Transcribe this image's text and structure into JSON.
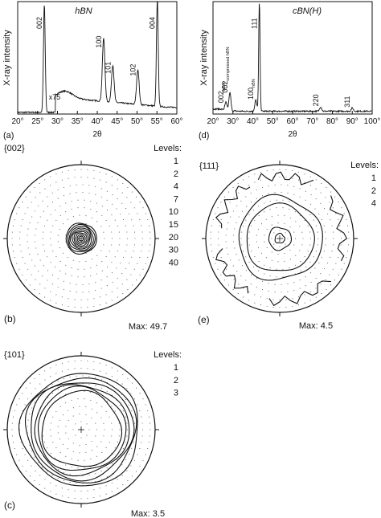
{
  "chart_data": [
    {
      "panel": "(a)",
      "type": "line",
      "title": "hBN",
      "ylabel": "X-ray intensity",
      "xlabel": "2θ",
      "xlim": [
        20,
        60
      ],
      "x_ticks": [
        "20°",
        "25°",
        "30°",
        "35°",
        "40°",
        "45°",
        "50°",
        "55°",
        "60°"
      ],
      "annotation": "x75",
      "peaks": [
        {
          "label": "002",
          "x": 26.7,
          "y": 0.96
        },
        {
          "label": "100",
          "x": 41.6,
          "y": 0.56
        },
        {
          "label": "101",
          "x": 43.9,
          "y": 0.33
        },
        {
          "label": "102",
          "x": 50.2,
          "y": 0.31
        },
        {
          "label": "004",
          "x": 55.1,
          "y": 0.96
        }
      ]
    },
    {
      "panel": "(d)",
      "type": "line",
      "title": "cBN(H)",
      "ylabel": "X-ray intensity",
      "xlabel": "2θ",
      "xlim": [
        20,
        100
      ],
      "x_ticks": [
        "20°",
        "30°",
        "40°",
        "50°",
        "60°",
        "70°",
        "80°",
        "90°",
        "100°"
      ],
      "peaks": [
        {
          "label": "002",
          "sub": "hBN",
          "x": 26.5,
          "y": 0.07
        },
        {
          "label": "002",
          "sub": "compressed hBN",
          "x": 28.5,
          "y": 0.16
        },
        {
          "label": "100",
          "sub": "hBN",
          "x": 41.5,
          "y": 0.1
        },
        {
          "label": "111",
          "x": 43.3,
          "y": 0.97
        },
        {
          "label": "220",
          "x": 74.1,
          "y": 0.04
        },
        {
          "label": "311",
          "x": 90.0,
          "y": 0.03
        }
      ]
    },
    {
      "panel": "(b)",
      "type": "pole_figure",
      "pole": "{002}",
      "levels_label": "Levels:",
      "levels": [
        "1",
        "2",
        "4",
        "7",
        "10",
        "15",
        "20",
        "30",
        "40"
      ],
      "max_label": "Max:",
      "max_value": "49.7"
    },
    {
      "panel": "(e)",
      "type": "pole_figure",
      "pole": "{111}",
      "levels_label": "Levels:",
      "levels": [
        "1",
        "2",
        "4"
      ],
      "max_label": "Max:",
      "max_value": "4.5"
    },
    {
      "panel": "(c)",
      "type": "pole_figure",
      "pole": "{101}",
      "levels_label": "Levels:",
      "levels": [
        "1",
        "2",
        "3"
      ],
      "max_label": "Max:",
      "max_value": "3.5"
    }
  ]
}
